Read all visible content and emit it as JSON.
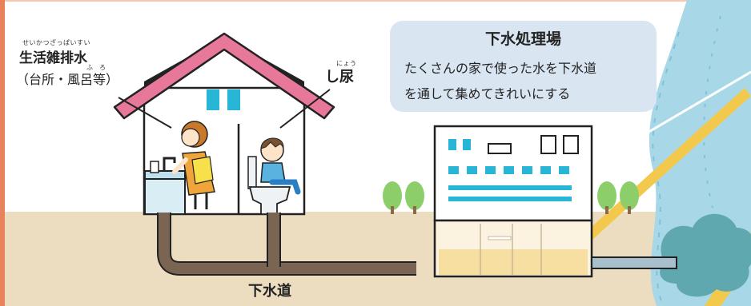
{
  "labels": {
    "household_wastewater": {
      "ruby": "せいかつざっぱいすい",
      "line1": "生活雑排水",
      "line2": "（台所・風呂等）",
      "ruby_fu": "ふ",
      "ruby_ro": "ろ"
    },
    "human_waste": {
      "ruby": "にょう",
      "text": "し尿"
    },
    "sewer": "下水道"
  },
  "treatment_plant": {
    "title": "下水処理場",
    "line1": "たくさんの家で使った水を下水道",
    "line2": "を通して集めてきれいにする"
  },
  "colors": {
    "roof": "#e8789a",
    "ground": "#ecdcc0",
    "pipe": "#7a6552",
    "bubble": "#d9e6f2",
    "window": "#27b6d6",
    "tree": "#8ccf6a",
    "river": "#a8d8e8",
    "sea_bush": "#5fa8b0",
    "light_beam": "#f2c94c",
    "left_border": "#e8825a"
  }
}
